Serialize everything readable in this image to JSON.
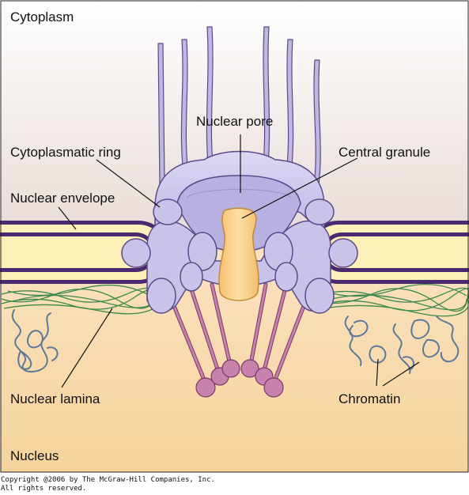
{
  "labels": {
    "cytoplasm": "Cytoplasm",
    "nuclear_pore": "Nuclear pore",
    "cytoplasmatic_ring": "Cytoplasmatic ring",
    "central_granule": "Central granule",
    "nuclear_envelope": "Nuclear envelope",
    "nuclear_lamina": "Nuclear lamina",
    "chromatin": "Chromatin",
    "nucleus": "Nucleus"
  },
  "copyright": {
    "line1": "Copyright @2006 by The McGraw-Hill Companies, Inc.",
    "line2": "All rights reserved."
  },
  "colors": {
    "cytoplasm_top": "#ffffff",
    "cytoplasm_bottom": "#e8dbd6",
    "nucleus_top": "#fbe3c3",
    "nucleus_bottom": "#f5d39b",
    "envelope_fill": "#fbf0b8",
    "envelope_stroke": "#4a2a6e",
    "pore_fill": "#c9c3ea",
    "pore_stroke": "#5a4a8a",
    "granule_fill": "#f8cd84",
    "basket_fill": "#c880ac",
    "lamina": "#3c8a4a",
    "chromatin": "#5a7a9a"
  }
}
